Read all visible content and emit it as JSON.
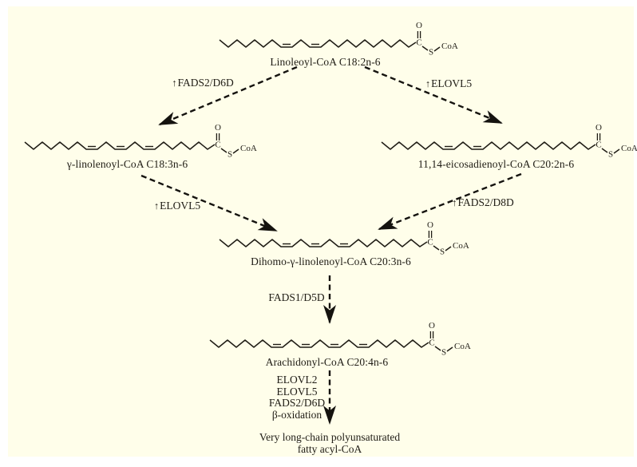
{
  "panel": {
    "background": "#fffeea",
    "ink": "#1f1c15"
  },
  "molecules": [
    {
      "name": "Linoleoyl-CoA C18:2n-6",
      "structure": {
        "pre_bonds": 7,
        "cis_double_bonds": 2,
        "post_bonds": 10
      }
    },
    {
      "name": "γ-linolenoyl-CoA C18:3n-6",
      "structure": {
        "pre_bonds": 7,
        "cis_double_bonds": 3,
        "post_bonds": 6
      }
    },
    {
      "name": "11,14-eicosadienoyl-CoA C20:2n-6",
      "structure": {
        "pre_bonds": 7,
        "cis_double_bonds": 2,
        "post_bonds": 12
      }
    },
    {
      "name": "Dihomo-γ-linolenoyl-CoA C20:3n-6",
      "structure": {
        "pre_bonds": 7,
        "cis_double_bonds": 3,
        "post_bonds": 8
      }
    },
    {
      "name": "Arachidonyl-CoA C20:4n-6",
      "structure": {
        "pre_bonds": 7,
        "cis_double_bonds": 4,
        "post_bonds": 6
      }
    }
  ],
  "thioester_atoms": {
    "oxygen": "O",
    "carbon": "C",
    "sulfur": "S",
    "coa": "CoA"
  },
  "enzymes": [
    {
      "arrow": "↑",
      "text": "FADS2/D6D"
    },
    {
      "arrow": "↑",
      "text": "ELOVL5"
    },
    {
      "arrow": "↑",
      "text": "ELOVL5"
    },
    {
      "arrow": "↑",
      "text": "FADS2/D8D"
    },
    {
      "arrow": "",
      "text": "FADS1/D5D"
    }
  ],
  "cascade_enzymes": [
    "ELOVL2",
    "ELOVL5",
    "FADS2/D6D",
    "β-oxidation"
  ],
  "product": {
    "line1": "Very long-chain polyunsaturated",
    "line2": "fatty acyl-CoA"
  }
}
